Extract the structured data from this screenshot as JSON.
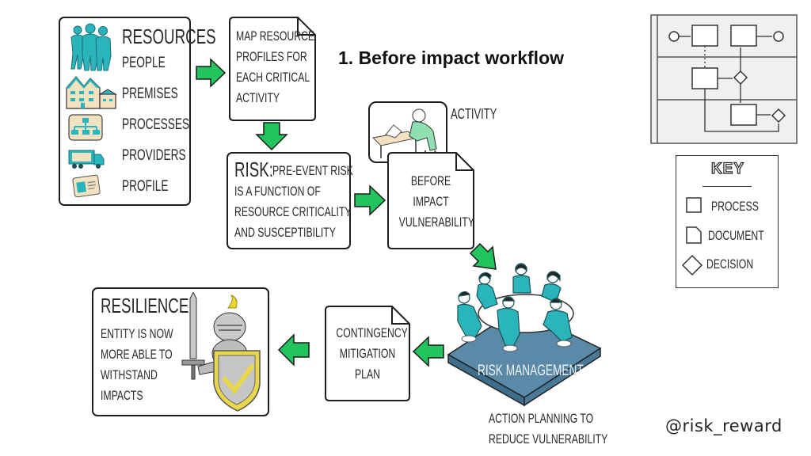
{
  "title": "1. Before impact workflow",
  "resources": {
    "heading": "Resources",
    "items": [
      {
        "label": "People",
        "icon": "people-icon"
      },
      {
        "label": "Premises",
        "icon": "building-icon"
      },
      {
        "label": "Processes",
        "icon": "process-chart-icon"
      },
      {
        "label": "Providers",
        "icon": "truck-icon"
      },
      {
        "label": "Profile",
        "icon": "id-card-icon"
      }
    ]
  },
  "map_doc": {
    "lines": [
      "Map resource",
      "profiles for",
      "each critical",
      "activity"
    ]
  },
  "risk": {
    "heading": "RISK:",
    "lines": [
      "Pre-event risk",
      "is a function of",
      "resource criticality",
      "and susceptibility"
    ]
  },
  "activity": {
    "label": "Activity"
  },
  "vulnerability_doc": {
    "lines": [
      "Before",
      "impact",
      "Vulnerability"
    ]
  },
  "risk_management": {
    "platform_label": "Risk Management",
    "caption": [
      "Action planning to",
      "reduce vulnerability"
    ]
  },
  "contingency_doc": {
    "lines": [
      "Contingency",
      "Mitigation",
      "Plan"
    ]
  },
  "resilience": {
    "heading": "Resilience:",
    "lines": [
      "Entity is now",
      "more able to",
      "withstand",
      "impacts"
    ]
  },
  "key": {
    "heading": "KEY",
    "items": [
      {
        "label": "Process",
        "icon": "process-square-icon"
      },
      {
        "label": "Document",
        "icon": "document-icon"
      },
      {
        "label": "Decision",
        "icon": "decision-diamond-icon"
      }
    ]
  },
  "handle": "@risk_reward",
  "colors": {
    "arrow_green": "#22c45e",
    "teal": "#2ab5bd",
    "platform": "#5b89a8",
    "shield_gold": "#e8d74a",
    "ink": "#1f1f1f"
  }
}
